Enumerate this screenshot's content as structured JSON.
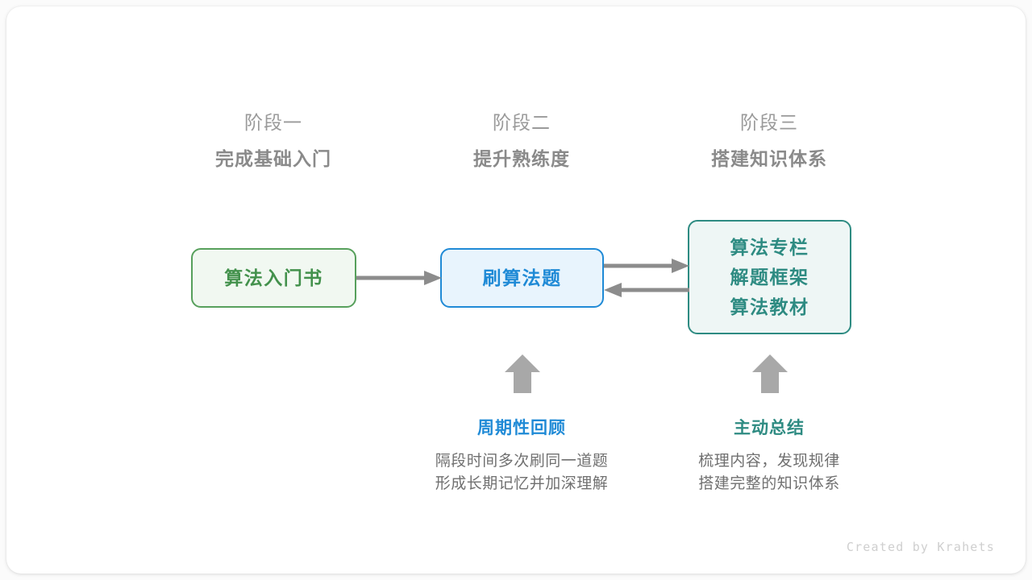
{
  "colors": {
    "background": "#fbfbfb",
    "card": "#ffffff",
    "green": "#43914c",
    "green_border": "#57a05c",
    "green_fill": "#f1f8f1",
    "blue": "#1f8ad6",
    "blue_fill": "#e8f4fd",
    "teal": "#2e8b82",
    "teal_fill": "#eef6f5",
    "arrow_gray": "#8c8c8c",
    "header_gray": "#9a9a9a",
    "header_bold_gray": "#8a8a8a",
    "desc_gray": "#707070",
    "credit_gray": "#cfcfcf"
  },
  "phases": [
    {
      "stage": "阶段一",
      "title": "完成基础入门"
    },
    {
      "stage": "阶段二",
      "title": "提升熟练度"
    },
    {
      "stage": "阶段三",
      "title": "搭建知识体系"
    }
  ],
  "nodes": {
    "book": {
      "lines": [
        "算法入门书"
      ]
    },
    "practice": {
      "lines": [
        "刷算法题"
      ]
    },
    "resources": {
      "lines": [
        "算法专栏",
        "解题框架",
        "算法教材"
      ]
    }
  },
  "arrows": [
    {
      "name": "book-to-practice",
      "direction": "right"
    },
    {
      "name": "practice-to-resources",
      "direction": "right"
    },
    {
      "name": "resources-to-practice",
      "direction": "left"
    },
    {
      "name": "review-up",
      "direction": "up"
    },
    {
      "name": "summary-up",
      "direction": "up"
    }
  ],
  "annotations": [
    {
      "title": "周期性回顾",
      "desc_lines": [
        "隔段时间多次刷同一道题",
        "形成长期记忆并加深理解"
      ]
    },
    {
      "title": "主动总结",
      "desc_lines": [
        "梳理内容，发现规律",
        "搭建完整的知识体系"
      ]
    }
  ],
  "credit": "Created by Krahets"
}
